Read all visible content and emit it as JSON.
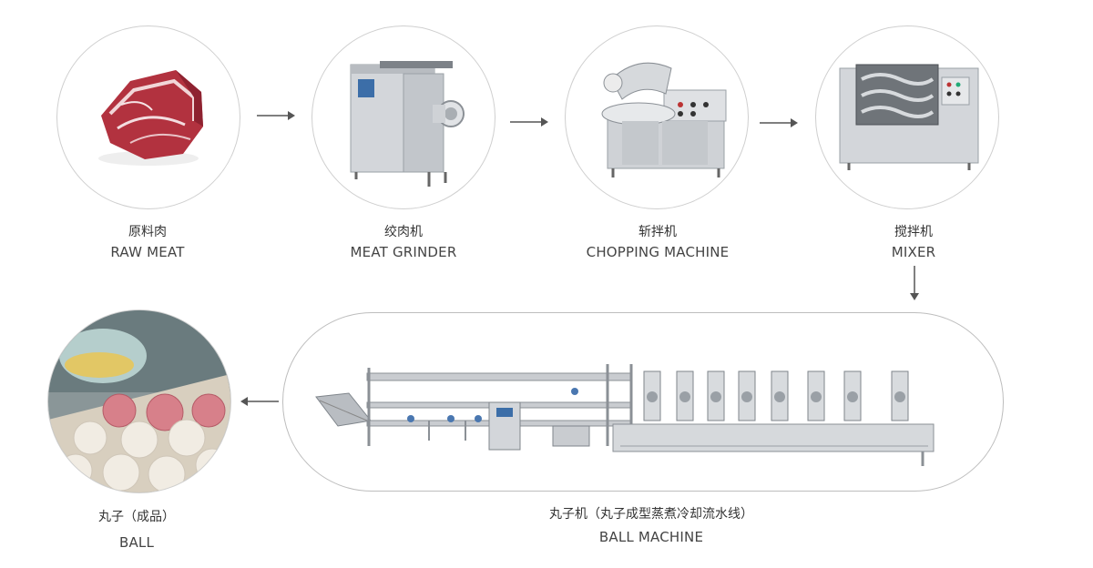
{
  "steps": [
    {
      "cn": "原料肉",
      "en": "RAW MEAT"
    },
    {
      "cn": "绞肉机",
      "en": "MEAT GRINDER"
    },
    {
      "cn": "斩拌机",
      "en": "CHOPPING MACHINE"
    },
    {
      "cn": "搅拌机",
      "en": "MIXER"
    }
  ],
  "ball_machine": {
    "cn": "丸子机（丸子成型蒸煮冷却流水线）",
    "en": "BALL MACHINE"
  },
  "ball": {
    "cn": "丸子（成品）",
    "en": "BALL"
  },
  "colors": {
    "arrow": "#555555",
    "circle_border": "#cfcfcf",
    "steel": "#c9ccd0",
    "meat": "#b2323f"
  }
}
